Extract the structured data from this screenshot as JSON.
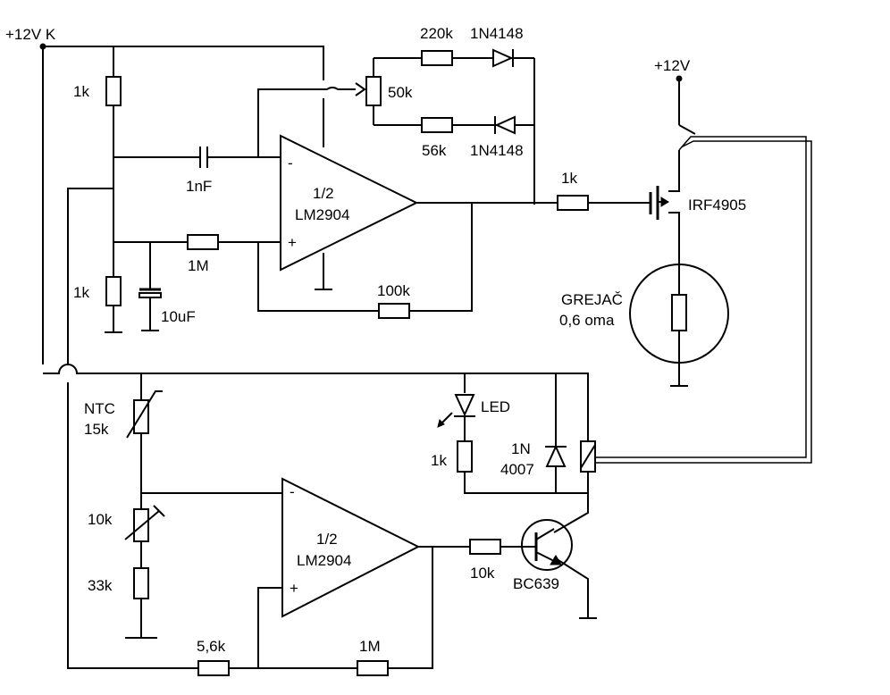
{
  "labels": {
    "supply_main": "+12V K",
    "supply_right": "+12V",
    "r_top_left": "1k",
    "r_bot_left": "1k",
    "c_1nf": "1nF",
    "r_1m_top": "1M",
    "c_10uf": "10uF",
    "opamp1_frac": "1/2",
    "opamp1_name": "LM2904",
    "r_100k": "100k",
    "r_220k": "220k",
    "d_1n4148_top": "1N4148",
    "pot_50k": "50k",
    "r_56k": "56k",
    "d_1n4148_bot": "1N4148",
    "r_gate": "1k",
    "mosfet": "IRF4905",
    "heater_line1": "GREJAČ",
    "heater_line2": "0,6 oma",
    "ntc_line1": "NTC",
    "ntc_line2": "15k",
    "trim_10k": "10k",
    "r_33k": "33k",
    "r_5k6": "5,6k",
    "r_1m_bot": "1M",
    "opamp2_frac": "1/2",
    "opamp2_name": "LM2904",
    "r_10k_base": "10k",
    "transistor": "BC639",
    "led": "LED",
    "r_led": "1k",
    "diode_1n_line1": "1N",
    "diode_1n_line2": "4007",
    "minus": "-",
    "plus": "+"
  }
}
